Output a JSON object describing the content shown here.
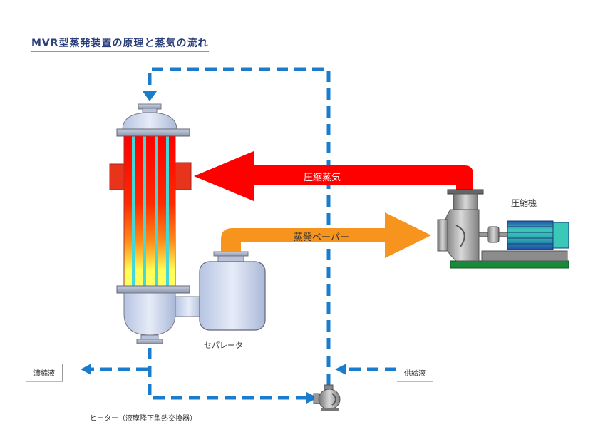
{
  "title": "MVR型蒸発装置の原理と蒸気の流れ",
  "labels": {
    "compressed_steam": "圧縮蒸気",
    "evaporation_vapor": "蒸発ベーパー",
    "compressor": "圧縮機",
    "separator": "セパレータ",
    "concentrate": "濃縮液",
    "feed_liquid": "供給液",
    "heater": "ヒーター（液膜降下型熱交換器）"
  },
  "colors": {
    "title": "#2a3e7a",
    "compressed_steam_arrow": "#ff0000",
    "vapor_arrow": "#f7941d",
    "liquid_flow_dashed": "#1a7ccc",
    "motor": "#2a5fb0",
    "motor_stripe": "#3cc8b8",
    "base": "#1a8a3a"
  },
  "flows": [
    {
      "id": "compressed-steam",
      "from": "compressor",
      "to": "heater",
      "style": "solid"
    },
    {
      "id": "evaporation-vapor",
      "from": "separator",
      "to": "compressor",
      "style": "solid"
    },
    {
      "id": "feed",
      "from": "feed_liquid",
      "to": "circulation-pump",
      "style": "dashed"
    },
    {
      "id": "recirculation",
      "from": "heater-bottom",
      "to": "circulation-pump",
      "style": "dashed"
    },
    {
      "id": "top-feed",
      "from": "circulation-pump",
      "to": "heater-top",
      "style": "dashed"
    },
    {
      "id": "concentrate-out",
      "from": "heater-bottom",
      "to": "concentrate",
      "style": "dashed"
    }
  ]
}
